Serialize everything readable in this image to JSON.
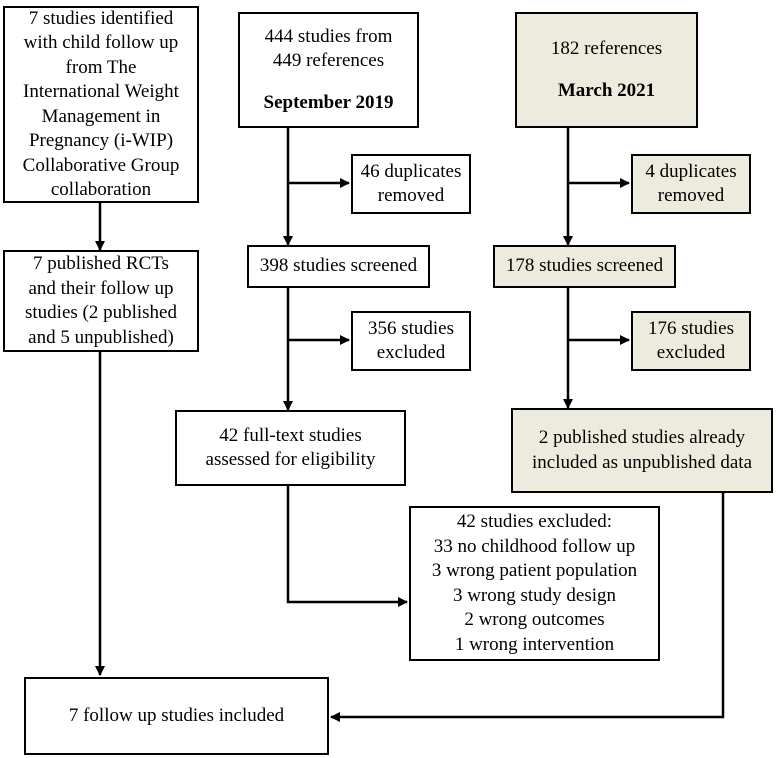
{
  "colors": {
    "line": "#000000",
    "box_fill": "#ffffff",
    "march_fill": "#ecebdd"
  },
  "ipd": {
    "source": [
      "7 studies identified",
      "with child follow up",
      "from The",
      "International Weight",
      "Management in",
      "Pregnancy (i-WIP)",
      "Collaborative Group",
      "collaboration"
    ],
    "rcts": [
      "7 published RCTs",
      "and their follow up",
      "studies (2 published",
      "and 5 unpublished)"
    ]
  },
  "sep2019": {
    "references": [
      "444 studies from",
      "449 references"
    ],
    "date": "September 2019",
    "duplicates": [
      "46 duplicates",
      "removed"
    ],
    "screened": "398 studies screened",
    "excluded": [
      "356 studies",
      "excluded"
    ],
    "fulltext": [
      "42 full-text studies",
      "assessed for eligibility"
    ],
    "fulltext_excluded": [
      "42 studies excluded:",
      "33 no childhood follow up",
      "3 wrong patient population",
      "3 wrong study design",
      "2 wrong outcomes",
      "1 wrong intervention"
    ]
  },
  "mar2021": {
    "references": "182 references",
    "date": "March 2021",
    "duplicates": [
      "4 duplicates",
      "removed"
    ],
    "screened": "178 studies screened",
    "excluded": [
      "176 studies",
      "excluded"
    ],
    "already_included": [
      "2 published studies already",
      "included as unpublished data"
    ]
  },
  "final": "7 follow up studies included"
}
